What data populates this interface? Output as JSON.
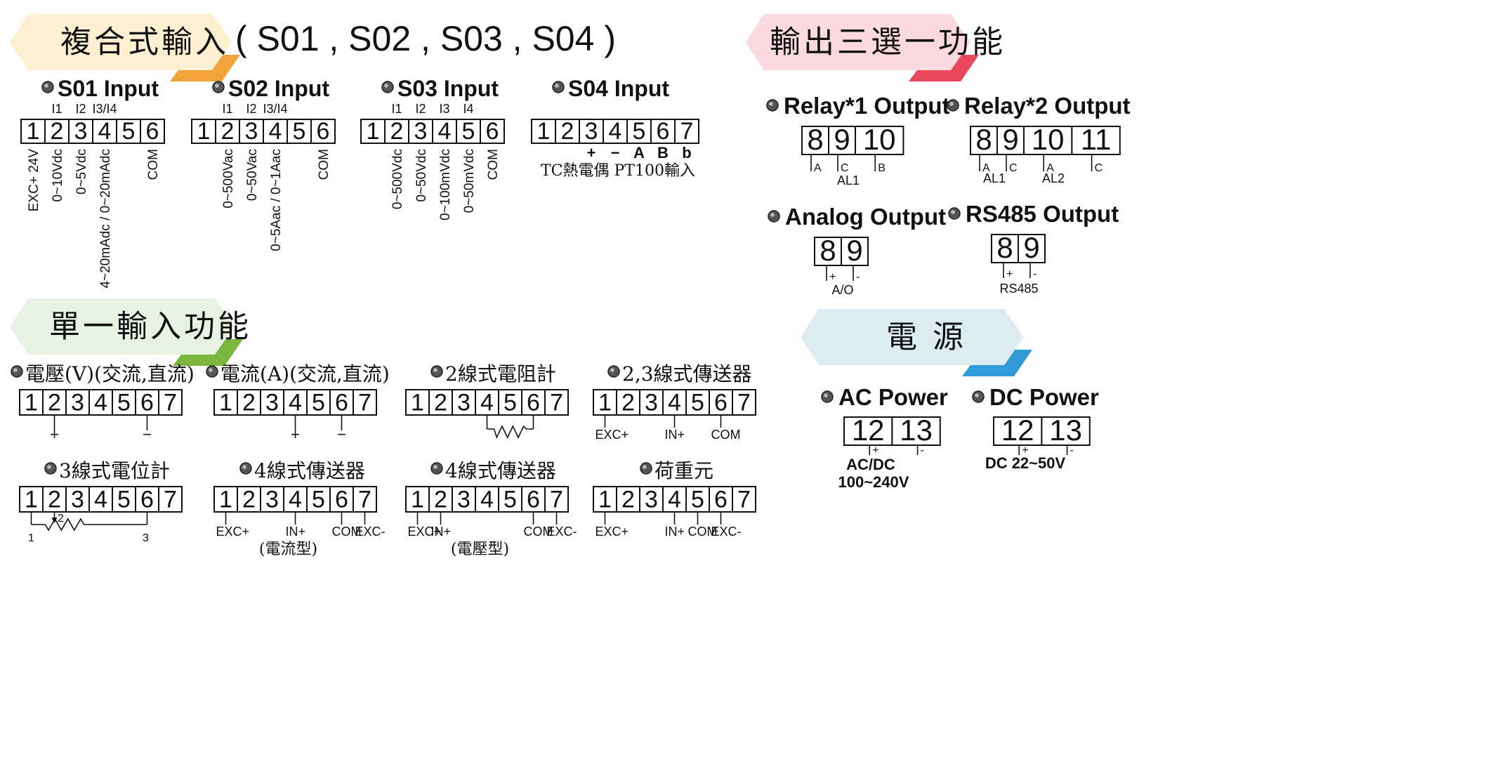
{
  "composite": {
    "banner": "複合式輸入",
    "banner_color": "#fdf0d2",
    "corner_color": "#f2a33c",
    "models": "( S01 , S02 , S03 , S04 )",
    "inputs": [
      {
        "title": "S01 Input",
        "terms": [
          "1",
          "2",
          "3",
          "4",
          "5",
          "6"
        ],
        "tops": [
          "I1",
          "I2",
          "I3/I4"
        ],
        "labels": [
          "EXC+ 24V",
          "0~10Vdc",
          "0~5Vdc",
          "4~20mAdc / 0~20mAdc",
          "COM"
        ]
      },
      {
        "title": "S02 Input",
        "terms": [
          "1",
          "2",
          "3",
          "4",
          "5",
          "6"
        ],
        "tops": [
          "I1",
          "I2",
          "I3/I4"
        ],
        "labels": [
          "0~500Vac",
          "0~50Vac",
          "0~5Aac / 0~1Aac",
          "COM"
        ]
      },
      {
        "title": "S03 Input",
        "terms": [
          "1",
          "2",
          "3",
          "4",
          "5",
          "6"
        ],
        "tops": [
          "I1",
          "I2",
          "I3",
          "I4"
        ],
        "labels": [
          "0~500Vdc",
          "0~50Vdc",
          "0~100mVdc",
          "0~50mVdc",
          "COM"
        ]
      },
      {
        "title": "S04 Input",
        "terms": [
          "1",
          "2",
          "3",
          "4",
          "5",
          "6",
          "7"
        ],
        "bottoms": [
          "+",
          "−",
          "A",
          "B",
          "b"
        ],
        "caption": "TC熱電偶 PT100輸入"
      }
    ]
  },
  "output": {
    "banner": "輸出三選一功能",
    "banner_color": "#fadadf",
    "corner_color": "#e8475c",
    "blocks": [
      {
        "title": "Relay*1 Output",
        "terms": [
          "8",
          "9",
          "10"
        ],
        "pins": [
          "A",
          "C",
          "B"
        ],
        "group": "AL1"
      },
      {
        "title": "Relay*2 Output",
        "terms": [
          "8",
          "9",
          "10",
          "11"
        ],
        "pins": [
          "A",
          "C",
          "A",
          "C"
        ],
        "groups": [
          "AL1",
          "AL2"
        ]
      },
      {
        "title": "Analog Output",
        "terms": [
          "8",
          "9"
        ],
        "pins": [
          "+",
          "-"
        ],
        "group": "A/O"
      },
      {
        "title": "RS485 Output",
        "terms": [
          "8",
          "9"
        ],
        "pins": [
          "+",
          "-"
        ],
        "group": "RS485"
      }
    ]
  },
  "power": {
    "banner": "電 源",
    "banner_color": "#dcecf1",
    "corner_color": "#2e9bd6",
    "blocks": [
      {
        "title": "AC Power",
        "terms": [
          "12",
          "13"
        ],
        "pins": [
          "+",
          "-"
        ],
        "lines": [
          "AC/DC",
          "100~240V"
        ]
      },
      {
        "title": "DC Power",
        "terms": [
          "12",
          "13"
        ],
        "pins": [
          "+",
          "-"
        ],
        "lines": [
          "DC 22~50V"
        ]
      }
    ]
  },
  "single": {
    "banner": "單一輸入功能",
    "banner_color": "#e6f3e3",
    "corner_color": "#7bb73f",
    "terms": [
      "1",
      "2",
      "3",
      "4",
      "5",
      "6",
      "7"
    ],
    "diagrams": [
      {
        "title": "電壓(V)(交流,直流)",
        "labels": [
          "+",
          "−"
        ]
      },
      {
        "title": "電流(A)(交流,直流)",
        "labels": [
          "+",
          "−"
        ]
      },
      {
        "title": "2線式電阻計"
      },
      {
        "title": "2,3線式傳送器",
        "labels": [
          "EXC+",
          "IN+",
          "COM"
        ]
      },
      {
        "title": "3線式電位計",
        "labels": [
          "1",
          "2",
          "3"
        ]
      },
      {
        "title": "4線式傳送器",
        "labels": [
          "EXC+",
          "IN+",
          "COM",
          "EXC-"
        ],
        "caption": "(電流型)"
      },
      {
        "title": "4線式傳送器",
        "labels": [
          "EXC+",
          "IN+",
          "COM",
          "EXC-"
        ],
        "caption": "(電壓型)"
      },
      {
        "title": "荷重元",
        "labels": [
          "EXC+",
          "IN+",
          "COM",
          "EXC-"
        ]
      }
    ]
  }
}
